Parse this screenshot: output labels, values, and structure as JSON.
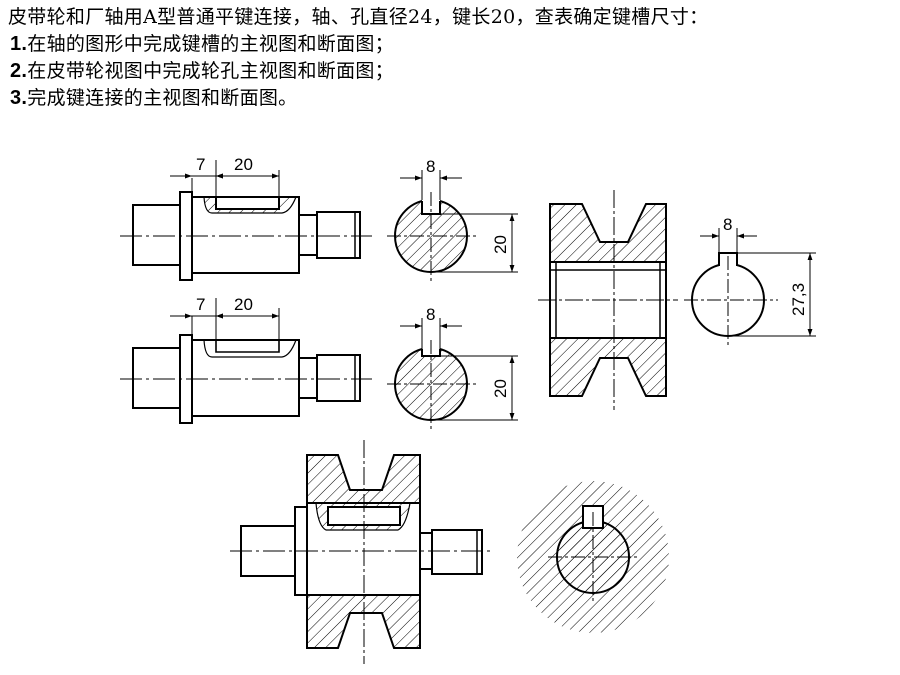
{
  "problem": {
    "statement": "皮带轮和厂轴用A型普通平键连接，轴、孔直径24，键长20，查表确定键槽尺寸：",
    "tasks": [
      {
        "num": "1.",
        "text": "在轴的图形中完成键槽的主视图和断面图；"
      },
      {
        "num": "2.",
        "text": "在皮带轮视图中完成轮孔主视图和断面图；"
      },
      {
        "num": "3.",
        "text": "完成键连接的主视图和断面图。"
      }
    ]
  },
  "dimensions": {
    "shaft1_offset": "7",
    "shaft1_key_length": "20",
    "shaft1_section_width": "8",
    "shaft1_section_depth": "20",
    "shaft2_offset": "7",
    "shaft2_key_length": "20",
    "shaft2_section_width": "8",
    "shaft2_section_depth": "20",
    "hub_slot_width": "8",
    "hub_slot_depth": "27,3"
  }
}
